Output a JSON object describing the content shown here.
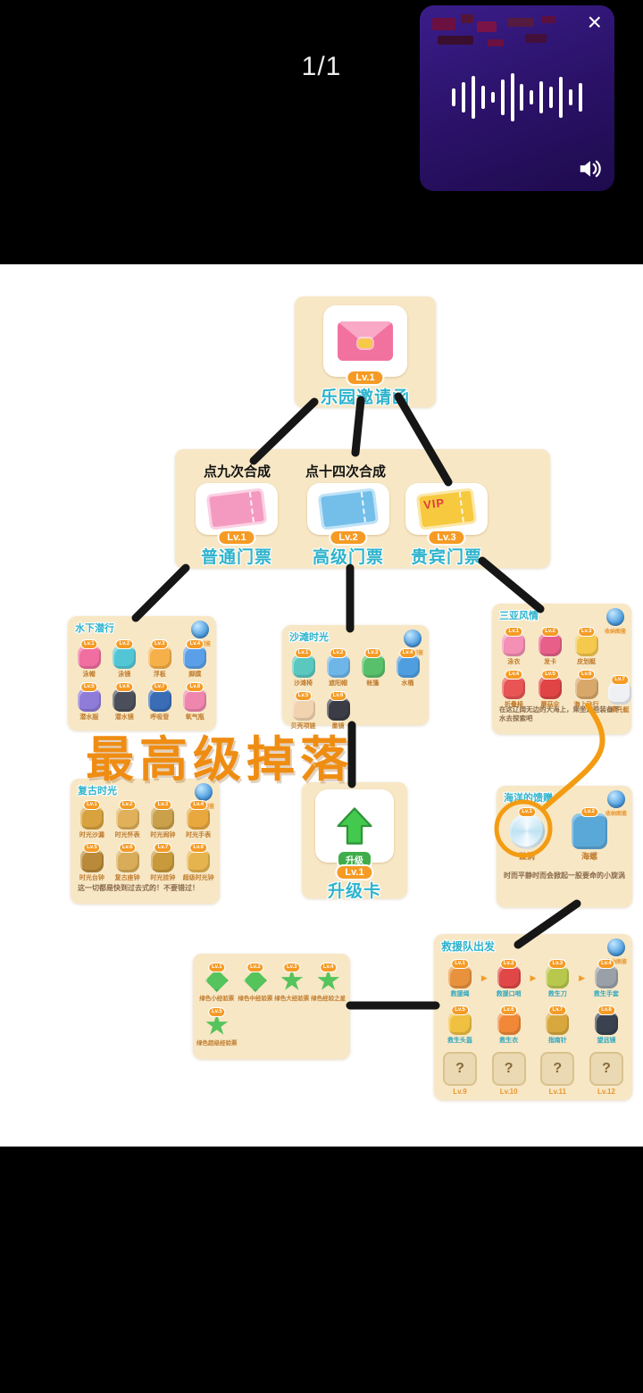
{
  "page": {
    "indicator": "1/1"
  },
  "player": {
    "close": "×"
  },
  "diagram": {
    "overlay": "最高级掉落",
    "ann_nine": "点九次合成",
    "ann_fourteen": "点十四次合成",
    "collection_label": "收纳图鉴",
    "invitation": {
      "label": "乐园邀请函",
      "lv": "Lv.1"
    },
    "tickets": [
      {
        "label": "普通门票",
        "lv": "Lv.1"
      },
      {
        "label": "高级门票",
        "lv": "Lv.2"
      },
      {
        "label": "贵宾门票",
        "lv": "Lv.3",
        "vip": "VIP"
      }
    ],
    "upgrade": {
      "label": "升级卡",
      "lv": "Lv.1",
      "ribbon": "升级"
    },
    "panels": {
      "underwater": {
        "title": "水下潜行",
        "items": [
          {
            "label": "泳帽",
            "lv": "Lv.1",
            "style": "--c:#f06ea0"
          },
          {
            "label": "泳镜",
            "lv": "Lv.2",
            "style": "--c:#53c6d6"
          },
          {
            "label": "浮板",
            "lv": "Lv.3",
            "style": "--c:#f5b04a"
          },
          {
            "label": "脚蹼",
            "lv": "Lv.4",
            "style": "--c:#5b9fe8"
          },
          {
            "label": "潜水服",
            "lv": "Lv.5",
            "style": "--c:#8f7bd8"
          },
          {
            "label": "潜水镜",
            "lv": "Lv.6",
            "style": "--c:#4a4f5a"
          },
          {
            "label": "呼吸管",
            "lv": "Lv.7",
            "style": "--c:#3a6db5"
          },
          {
            "label": "氧气瓶",
            "lv": "Lv.8",
            "style": "--c:#ef86ae"
          }
        ]
      },
      "beach": {
        "title": "沙滩时光",
        "items": [
          {
            "label": "沙滩椅",
            "lv": "Lv.1",
            "style": "--c:#5bc8c0"
          },
          {
            "label": "遮阳帽",
            "lv": "Lv.2",
            "style": "--c:#6fb6e8"
          },
          {
            "label": "帐篷",
            "lv": "Lv.3",
            "style": "--c:#58c06a"
          },
          {
            "label": "水桶",
            "lv": "Lv.4",
            "style": "--c:#4f9fe0"
          },
          {
            "label": "贝壳项链",
            "lv": "Lv.5",
            "style": "--c:#f2d3b0"
          },
          {
            "label": "墨镜",
            "lv": "Lv.6",
            "style": "--c:#3c3c46"
          }
        ]
      },
      "sea": {
        "title": "三亚风情",
        "items": [
          {
            "label": "泳衣",
            "lv": "Lv.1",
            "style": "--c:#f48fb5"
          },
          {
            "label": "发卡",
            "lv": "Lv.2",
            "style": "--c:#e8608a"
          },
          {
            "label": "皮划艇",
            "lv": "Lv.3",
            "style": "--c:#f5c84e"
          },
          {
            "label": "折叠椅",
            "lv": "Lv.4",
            "style": "--c:#e85555"
          },
          {
            "label": "蘑菇伞",
            "lv": "Lv.5",
            "style": "--c:#e04444"
          },
          {
            "label": "海上飞行",
            "lv": "Lv.6",
            "style": "--c:#d8a86a"
          }
        ],
        "boat": {
          "label": "摩托艇",
          "lv": "Lv.7",
          "style": "--c:#eef0f4"
        },
        "note": "在这辽阔无边的大海上，乘坐这些装备下水去探索吧"
      },
      "clock": {
        "title": "复古时光",
        "items": [
          {
            "label": "时光沙漏",
            "lv": "Lv.1",
            "style": "--c:#d8a23e"
          },
          {
            "label": "时光怀表",
            "lv": "Lv.2",
            "style": "--c:#e0b05a"
          },
          {
            "label": "时光闹钟",
            "lv": "Lv.3",
            "style": "--c:#caa04a"
          },
          {
            "label": "时光手表",
            "lv": "Lv.4",
            "style": "--c:#e8a83e"
          },
          {
            "label": "时光台钟",
            "lv": "Lv.5",
            "style": "--c:#b98a3a"
          },
          {
            "label": "复古座钟",
            "lv": "Lv.6",
            "style": "--c:#d8ac58"
          },
          {
            "label": "时光挂钟",
            "lv": "Lv.7",
            "style": "--c:#c89a3c"
          },
          {
            "label": "超级时光钟",
            "lv": "Lv.8",
            "style": "--c:#e6b44e"
          }
        ],
        "note": "这一切都是快到过去式的！不要错过！"
      },
      "ocean": {
        "title": "海洋的馈赠",
        "items": [
          {
            "label": "漩涡",
            "lv": "Lv.1",
            "style": "--c:#e8f5fb"
          },
          {
            "label": "海螺",
            "lv": "Lv.2",
            "style": "--c:#5aa8d8"
          }
        ],
        "note": "时而平静时而会掀起一股要命的小旋涡"
      },
      "exp": {
        "items": [
          {
            "label": "绿色小经验票",
            "lv": "Lv.1",
            "style": "--c:#55c45c"
          },
          {
            "label": "绿色中经验票",
            "lv": "Lv.2",
            "style": "--c:#55c45c"
          },
          {
            "label": "绿色大经验票",
            "lv": "Lv.3",
            "style": "--c:#55c45c"
          },
          {
            "label": "绿色经验之星",
            "lv": "Lv.4",
            "style": "--c:#55c45c"
          },
          {
            "label": "绿色超级经验票",
            "lv": "Lv.5",
            "style": "--c:#55c45c"
          }
        ]
      },
      "rescue": {
        "title": "救援队出发",
        "items": [
          {
            "label": "救援绳",
            "lv": "Lv.1",
            "style": "--c:#e8923e"
          },
          {
            "label": "救援口哨",
            "lv": "Lv.2",
            "style": "--c:#e04848"
          },
          {
            "label": "救生刀",
            "lv": "Lv.3",
            "style": "--c:#b8c84e"
          },
          {
            "label": "救生手套",
            "lv": "Lv.4",
            "style": "--c:#9aa0a8"
          },
          {
            "label": "救生头盔",
            "lv": "Lv.5",
            "style": "--c:#f0c040"
          },
          {
            "label": "救生衣",
            "lv": "Lv.6",
            "style": "--c:#f08838"
          },
          {
            "label": "指南针",
            "lv": "Lv.7",
            "style": "--c:#d8a83e"
          },
          {
            "label": "望远镜",
            "lv": "Lv.8",
            "style": "--c:#3a4250"
          }
        ],
        "mystery": [
          {
            "q": "?",
            "lv": "Lv.9"
          },
          {
            "q": "?",
            "lv": "Lv.10"
          },
          {
            "q": "?",
            "lv": "Lv.11"
          },
          {
            "q": "?",
            "lv": "Lv.12"
          }
        ]
      }
    }
  }
}
